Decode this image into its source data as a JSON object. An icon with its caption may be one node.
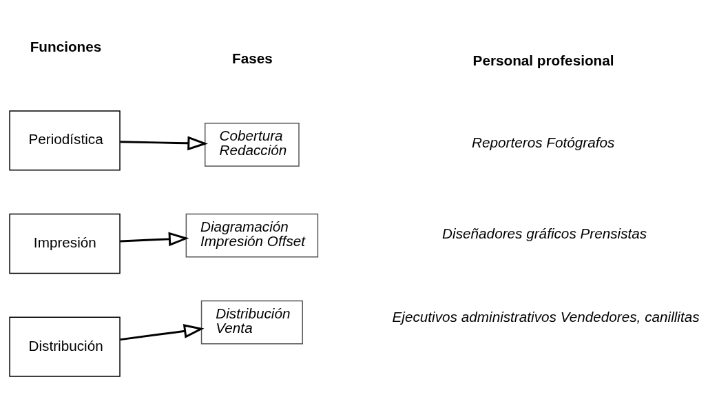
{
  "diagram": {
    "nodes": [
      {
        "text": [
          "Periodística"
        ]
      },
      {
        "text": [
          "Cobertura",
          "Redacción"
        ]
      },
      {
        "text": [
          "Impresión"
        ]
      },
      {
        "text": [
          "Diagramación",
          "Impresión Offset"
        ]
      },
      {
        "text": [
          "Distribución"
        ]
      },
      {
        "text": [
          "Distribución",
          "Venta"
        ]
      }
    ],
    "edges": [
      {
        "from": 0,
        "to": 1,
        "arrow": "to"
      },
      {
        "from": 2,
        "to": 3,
        "arrow": "to"
      },
      {
        "from": 4,
        "to": 5,
        "arrow": "to"
      }
    ],
    "labels": [
      "Funciones",
      "Fases",
      "Personal profesional",
      "Reporteros Fotógrafos",
      "Diseñadores gráficos Prensistas",
      "Ejecutivos administrativos Vendedores, canillitas"
    ]
  }
}
